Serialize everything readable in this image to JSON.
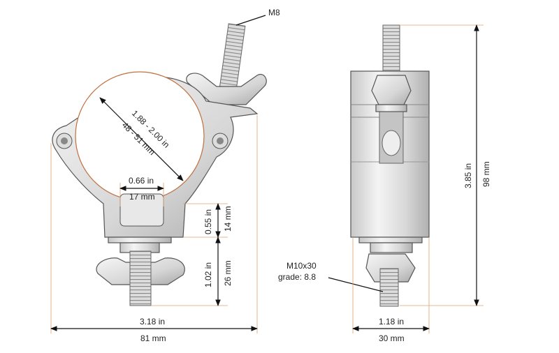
{
  "labels": {
    "bolt_thread": "M8",
    "tube_diameter_in": "1.88 - 2.00 in",
    "tube_diameter_mm": "48 - 51 mm",
    "inner_width_in": "0.66 in",
    "inner_width_mm": "17 mm",
    "base_thickness_in": "0.55 in",
    "base_thickness_mm": "14 mm",
    "bolt_length_in": "1.02 in",
    "bolt_length_mm": "26 mm",
    "total_width_in": "3.18 in",
    "total_width_mm": "81 mm",
    "total_height_in": "3.85 in",
    "total_height_mm": "98 mm",
    "depth_in": "1.18 in",
    "depth_mm": "30 mm",
    "bottom_bolt": "M10x30",
    "bolt_grade": "grade: 8.8"
  },
  "colors": {
    "dimension_line": "#111111",
    "extension_line": "#e0a070",
    "metal_light": "#f2f2f2",
    "metal_dark": "#b8b8b8"
  }
}
